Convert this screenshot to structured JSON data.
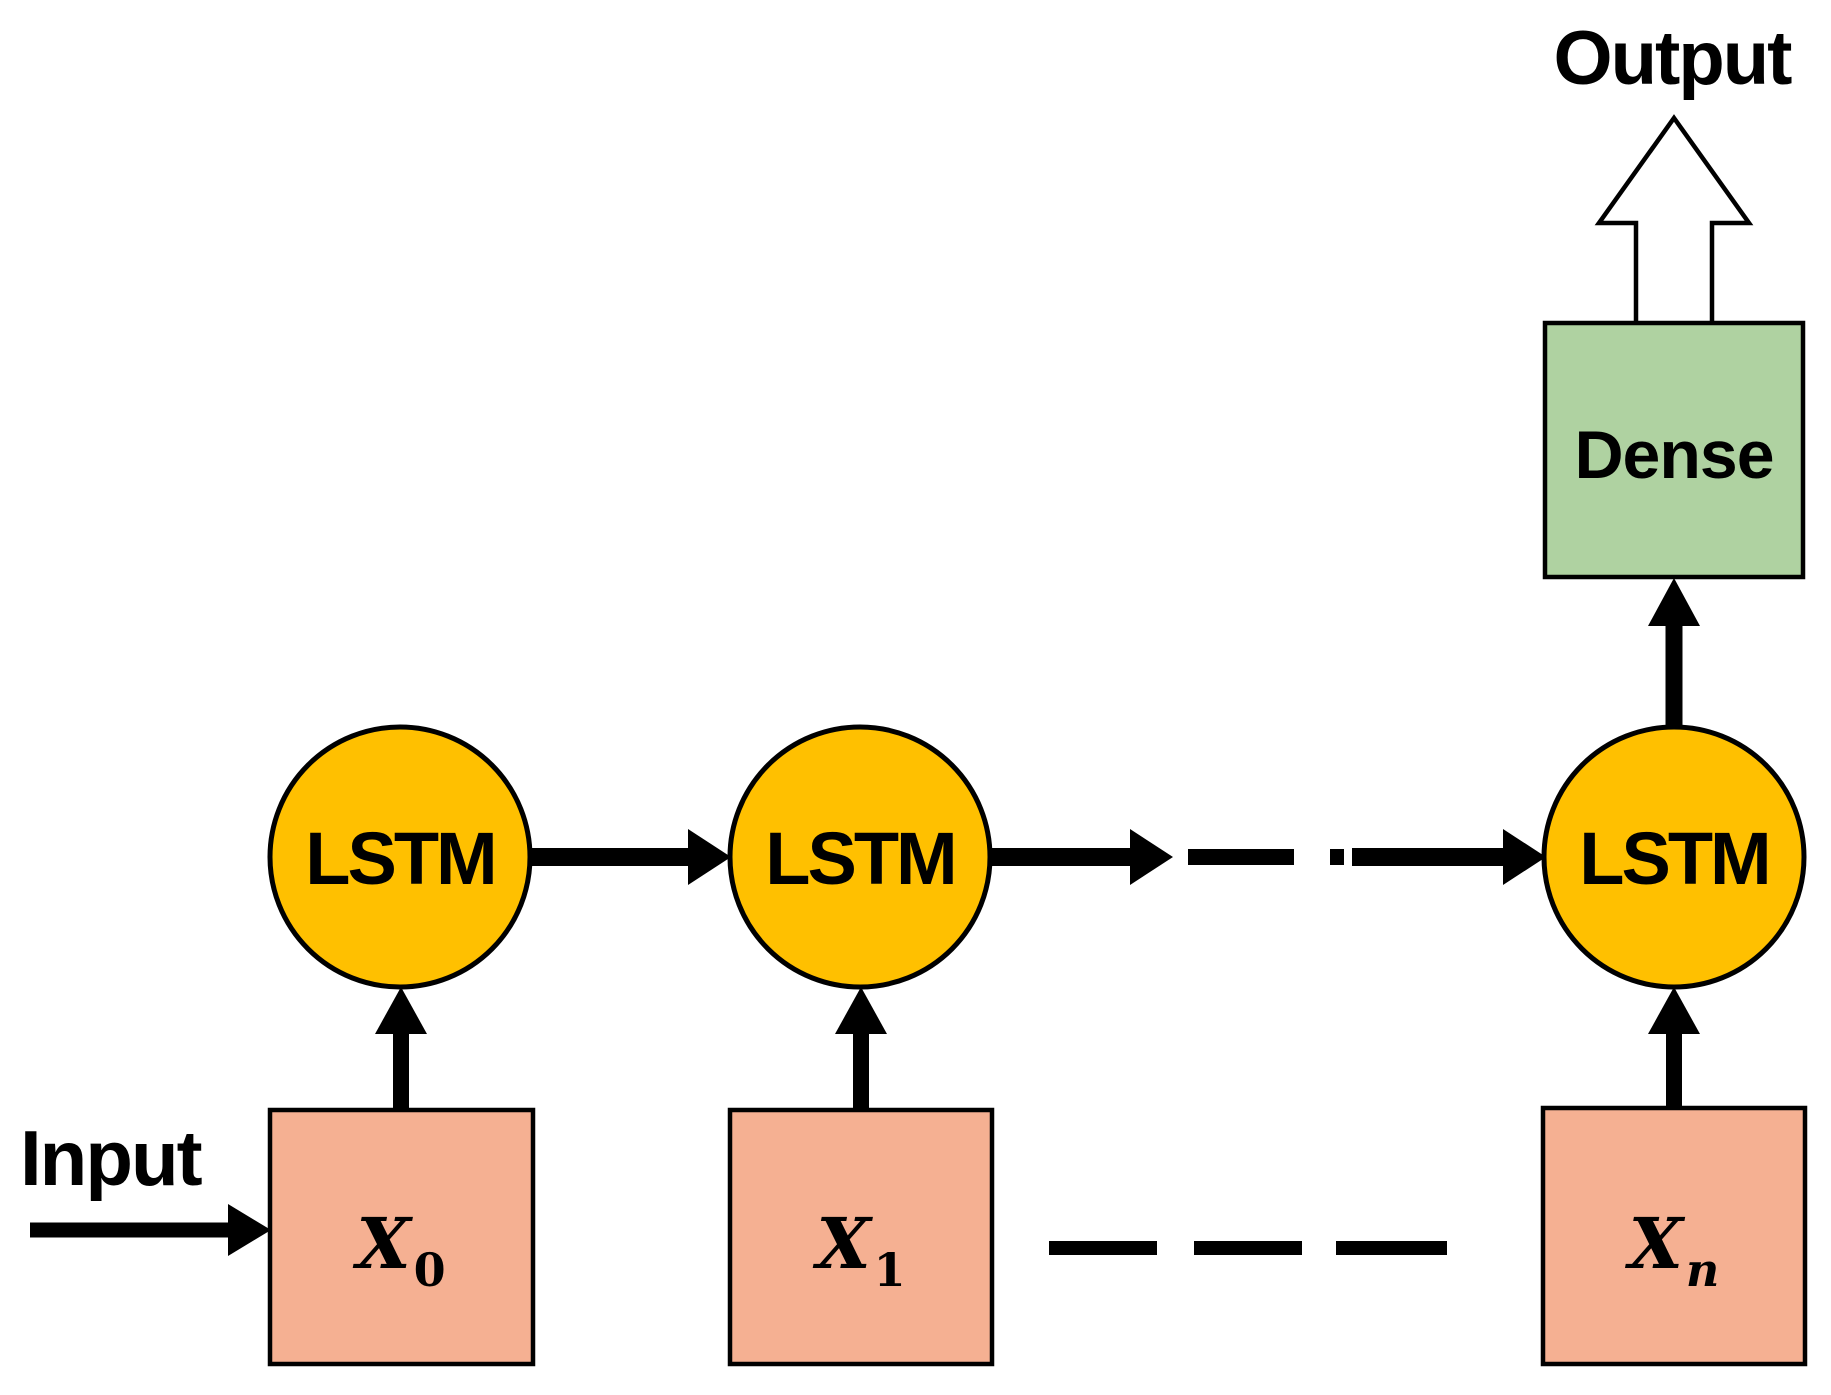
{
  "figure": {
    "description": "LSTM network architecture diagram",
    "labels": {
      "input": "Input",
      "output": "Output"
    },
    "dense": {
      "label": "Dense"
    },
    "lstm_nodes": [
      {
        "label": "LSTM"
      },
      {
        "label": "LSTM"
      },
      {
        "label": "LSTM"
      }
    ],
    "x_boxes": [
      {
        "base": "X",
        "sub": "0",
        "sub_style": "normal"
      },
      {
        "base": "X",
        "sub": "1",
        "sub_style": "normal"
      },
      {
        "base": "X",
        "sub": "n",
        "sub_style": "italic"
      }
    ],
    "colors": {
      "background": "#FFFFFF",
      "node_fill": "#FFC000",
      "input_box_fill": "#F5B092",
      "dense_fill": "#AFD2A1",
      "stroke": "#000000",
      "arrow": "#000000",
      "block_arrow_fill": "#FFFFFF",
      "text": "#000000"
    }
  }
}
